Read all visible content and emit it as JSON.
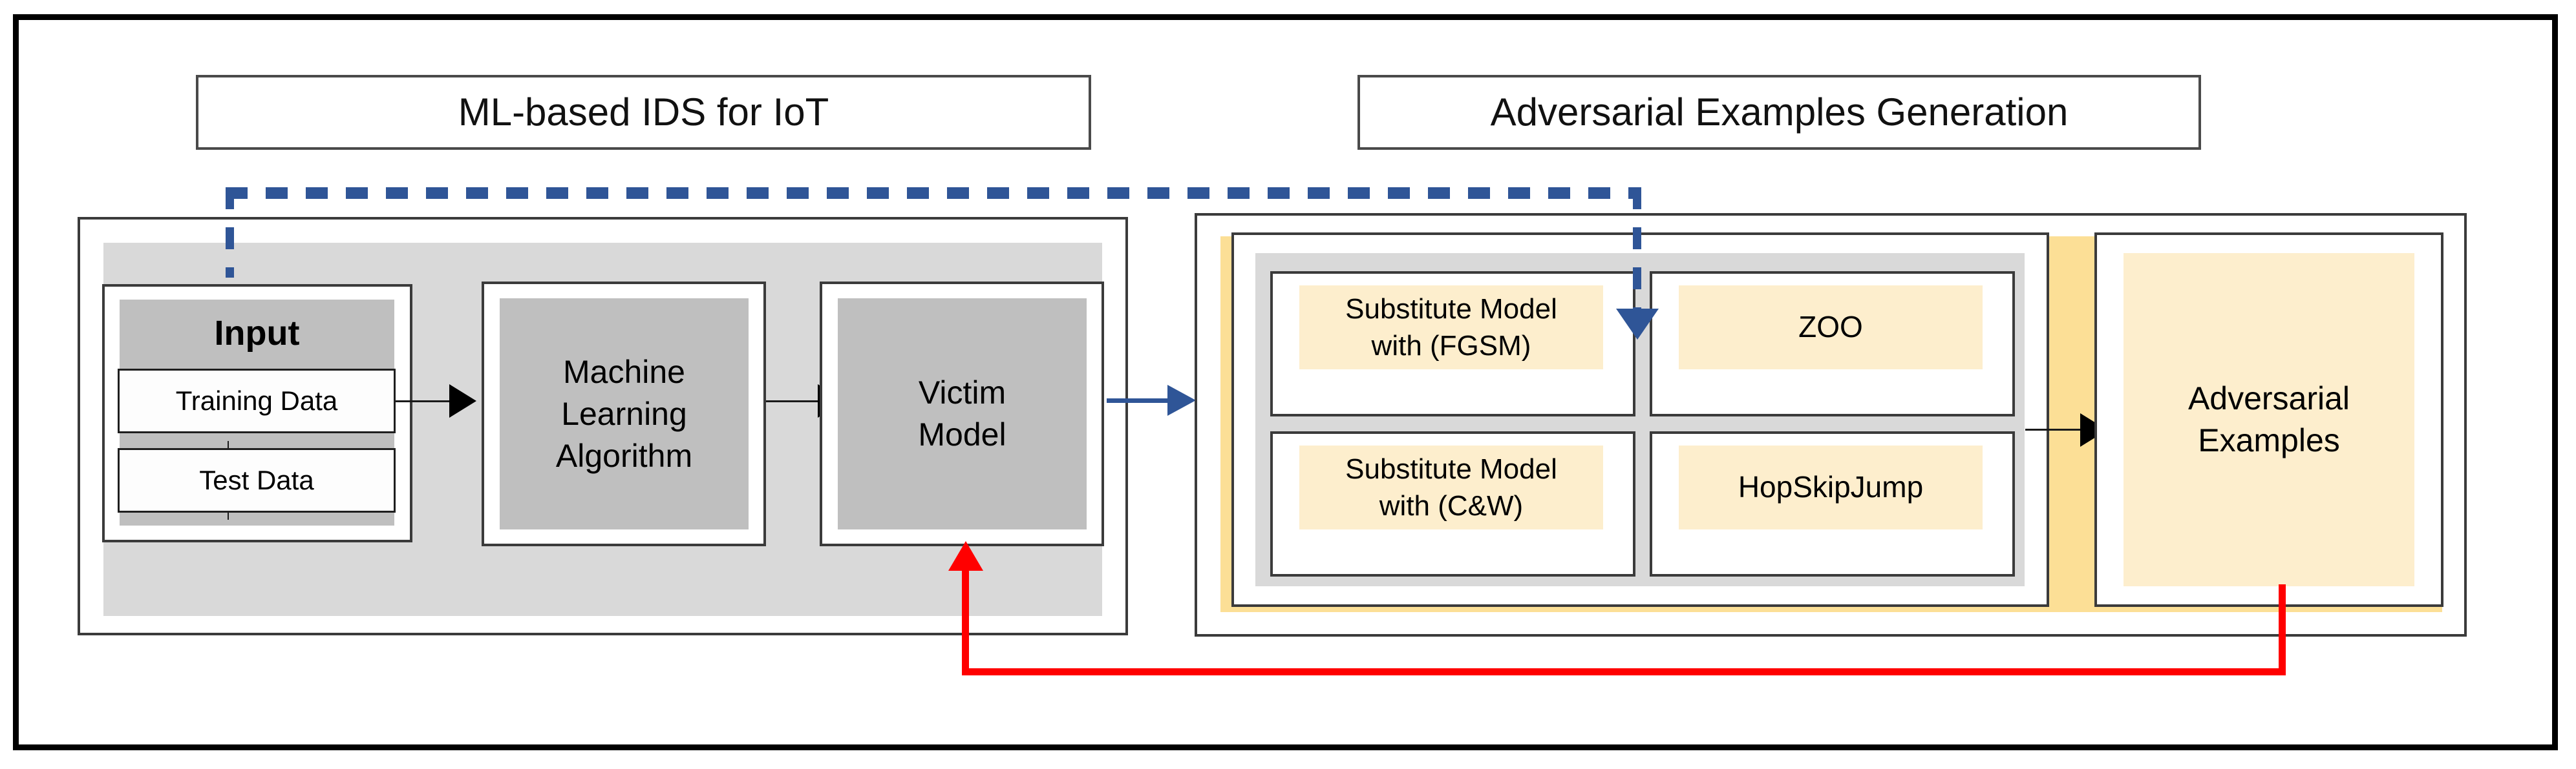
{
  "diagram": {
    "title": "ML-based IDS for IoT and Adversarial Examples Generation",
    "colors": {
      "accent_blue": "#2f5597",
      "accent_red": "#ff0000",
      "yellow_band": "#fcdf96",
      "cream_fill": "#fdeecd",
      "grey_plate": "#d9d9d9",
      "grey_fill": "#bfbfbf",
      "outline": "#3b3b3b",
      "frame": "#000000"
    }
  },
  "captions": {
    "left": "ML-based IDS for IoT",
    "right": "Adversarial Examples Generation"
  },
  "ids_panel": {
    "input_block": {
      "header": "Input",
      "items": [
        {
          "label": "Training Data"
        },
        {
          "label": "Test Data"
        }
      ]
    },
    "ml_block": {
      "lines": [
        "Machine",
        "Learning",
        "Algorithm"
      ]
    },
    "victim_block": {
      "lines": [
        "Victim",
        "Model"
      ]
    }
  },
  "attack_panel": {
    "methods": [
      {
        "id": "fgsm",
        "lines": [
          "Substitute Model",
          "with (FGSM)"
        ]
      },
      {
        "id": "zoo",
        "lines": [
          "ZOO"
        ]
      },
      {
        "id": "cw",
        "lines": [
          "Substitute Model",
          "with (C&W)"
        ]
      },
      {
        "id": "hsj",
        "lines": [
          "HopSkipJump"
        ]
      }
    ],
    "output_block": {
      "lines": [
        "Adversarial",
        "Examples"
      ]
    }
  },
  "connectors": [
    {
      "id": "training-to-ml",
      "style": "solid-black-arrow",
      "from": "Training Data",
      "to": "Machine Learning Algorithm"
    },
    {
      "id": "ml-to-victim",
      "style": "solid-black-arrow",
      "from": "Machine Learning Algorithm",
      "to": "Victim Model"
    },
    {
      "id": "victim-to-attacks",
      "style": "solid-blue-arrow",
      "from": "Victim Model",
      "to": "Adversarial Examples Generation"
    },
    {
      "id": "attacks-to-output",
      "style": "solid-black-arrow",
      "from": "Attack methods",
      "to": "Adversarial Examples"
    },
    {
      "id": "input-to-substitute",
      "style": "dashed-blue-arrow",
      "from": "Input",
      "to": "Substitute Model with (FGSM)"
    },
    {
      "id": "adversarial-feedback",
      "style": "solid-red-arrow",
      "from": "Adversarial Examples",
      "to": "Victim Model"
    }
  ]
}
